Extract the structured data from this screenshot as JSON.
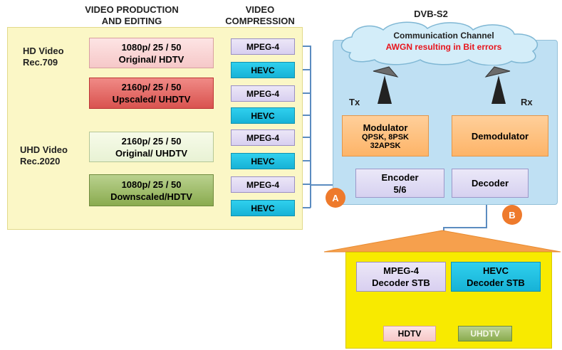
{
  "headers": {
    "production": [
      "VIDEO PRODUCTION",
      "AND EDITING"
    ],
    "compression": [
      "VIDEO",
      "COMPRESSION"
    ],
    "dvbs2": "DVB-S2"
  },
  "inputs": {
    "hd": [
      "HD Video",
      "Rec.709"
    ],
    "uhd": [
      "UHD Video",
      "Rec.2020"
    ]
  },
  "formats": [
    {
      "line1": "1080p/ 25  / 50",
      "line2": "Original/ HDTV"
    },
    {
      "line1": "2160p/ 25  / 50",
      "line2": "Upscaled/ UHDTV"
    },
    {
      "line1": "2160p/ 25  / 50",
      "line2": "Original/ UHDTV"
    },
    {
      "line1": "1080p/ 25  / 50",
      "line2": "Downscaled/HDTV"
    }
  ],
  "codecs": {
    "mpeg": "MPEG-4",
    "hevc": "HEVC"
  },
  "channel": {
    "title": "Communication Channel",
    "subtitle": "AWGN resulting in Bit errors",
    "subtitle_color": "#e8141c"
  },
  "tx_label": "Tx",
  "rx_label": "Rx",
  "modulator": {
    "title": "Modulator",
    "line1": "QPSK, 8PSK",
    "line2": "32APSK"
  },
  "demodulator": "Demodulator",
  "encoder": {
    "line1": "Encoder",
    "line2": "5/6"
  },
  "decoder": "Decoder",
  "markers": {
    "a": "A",
    "b": "B"
  },
  "stb": {
    "mpeg": [
      "MPEG-4",
      "Decoder STB"
    ],
    "hevc": [
      "HEVC",
      "Decoder STB"
    ]
  },
  "outputs": {
    "hdtv": "HDTV",
    "uhdtv": "UHDTV"
  }
}
